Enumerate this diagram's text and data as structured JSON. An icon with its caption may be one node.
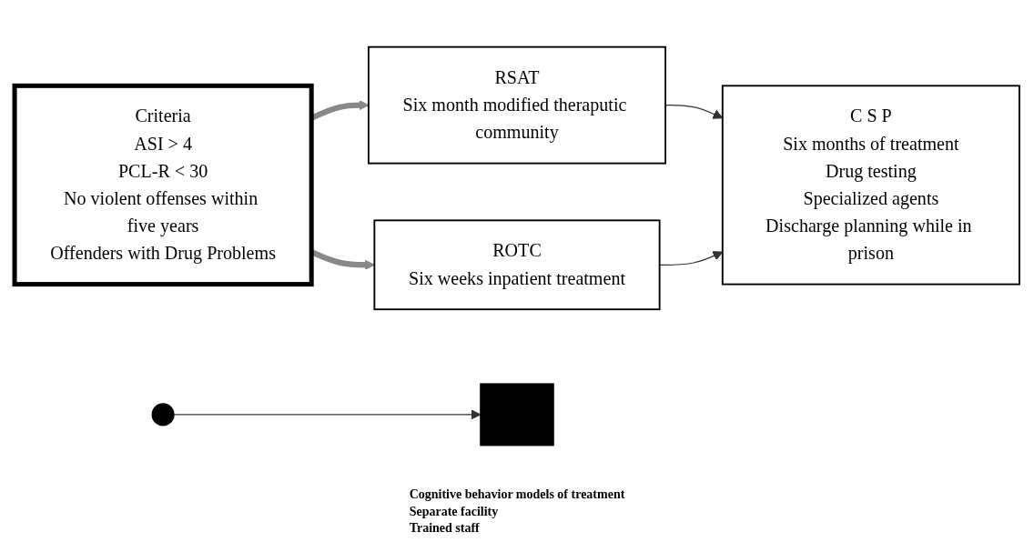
{
  "diagram": {
    "nodes": [
      {
        "text": [
          "Criteria",
          "ASI > 4",
          "PCL-R < 30",
          "No violent offenses within five years",
          "Offenders with Drug Problems"
        ]
      },
      {
        "text": [
          "RSAT",
          "Six month modified theraputic community"
        ]
      },
      {
        "text": [
          "ROTC",
          "Six weeks inpatient treatment"
        ]
      },
      {
        "text": [
          "C S P",
          "Six months of treatment",
          "Drug testing",
          "Specialized agents",
          "Discharge planning while in prison"
        ]
      },
      {
        "text": [],
        "shape": "circle"
      },
      {
        "text": [],
        "shape": "bar"
      }
    ],
    "edges": [
      {
        "from": 0,
        "to": 1,
        "arrow": "to",
        "style": "thick"
      },
      {
        "from": 0,
        "to": 2,
        "arrow": "to",
        "style": "thick"
      },
      {
        "from": 1,
        "to": 3,
        "arrow": "to"
      },
      {
        "from": 2,
        "to": 3,
        "arrow": "to"
      },
      {
        "from": 4,
        "to": 5,
        "arrow": "to"
      }
    ],
    "labels": [
      "Cognitive behavior models of treatment",
      "Separate facility",
      "Trained staff"
    ]
  }
}
